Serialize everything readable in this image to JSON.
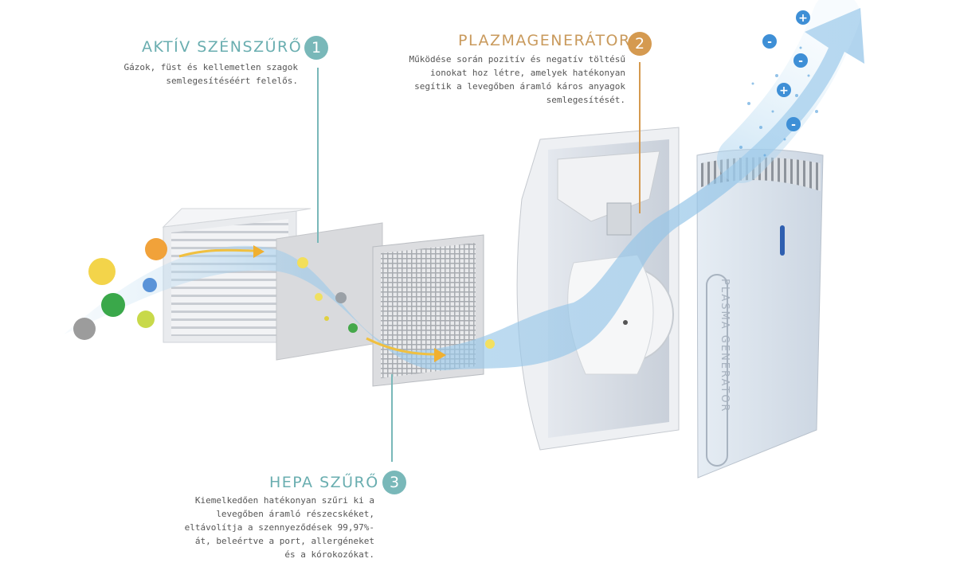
{
  "callouts": {
    "carbon": {
      "title": "AKTÍV SZÉNSZŰRŐ",
      "number": "1",
      "description": "Gázok, füst és kellemetlen szagok semlegesítéséért felelős."
    },
    "plasma": {
      "title": "PLAZMAGENERÁTOR",
      "number": "2",
      "description": "Működése során pozitív és negatív töltésű ionokat hoz létre, amelyek hatékonyan segítik a levegőben áramló káros anyagok semlegesítését."
    },
    "hepa": {
      "title": "HEPA SZŰRŐ",
      "number": "3",
      "description": "Kiemelkedően hatékonyan szűri ki a levegőben áramló részecskéket, eltávolítja a szennyeződések 99,97%-át, beleértve a port, allergéneket és a kórokozókat."
    }
  },
  "panel_label": "PLASMA GENERATOR",
  "ions": [
    "+",
    "-",
    "-",
    "+",
    "-"
  ],
  "colors": {
    "teal": "#79b8b9",
    "gold": "#d59a50",
    "airflow": "#b9d9ef",
    "ion_blue": "#3e8fd6"
  }
}
